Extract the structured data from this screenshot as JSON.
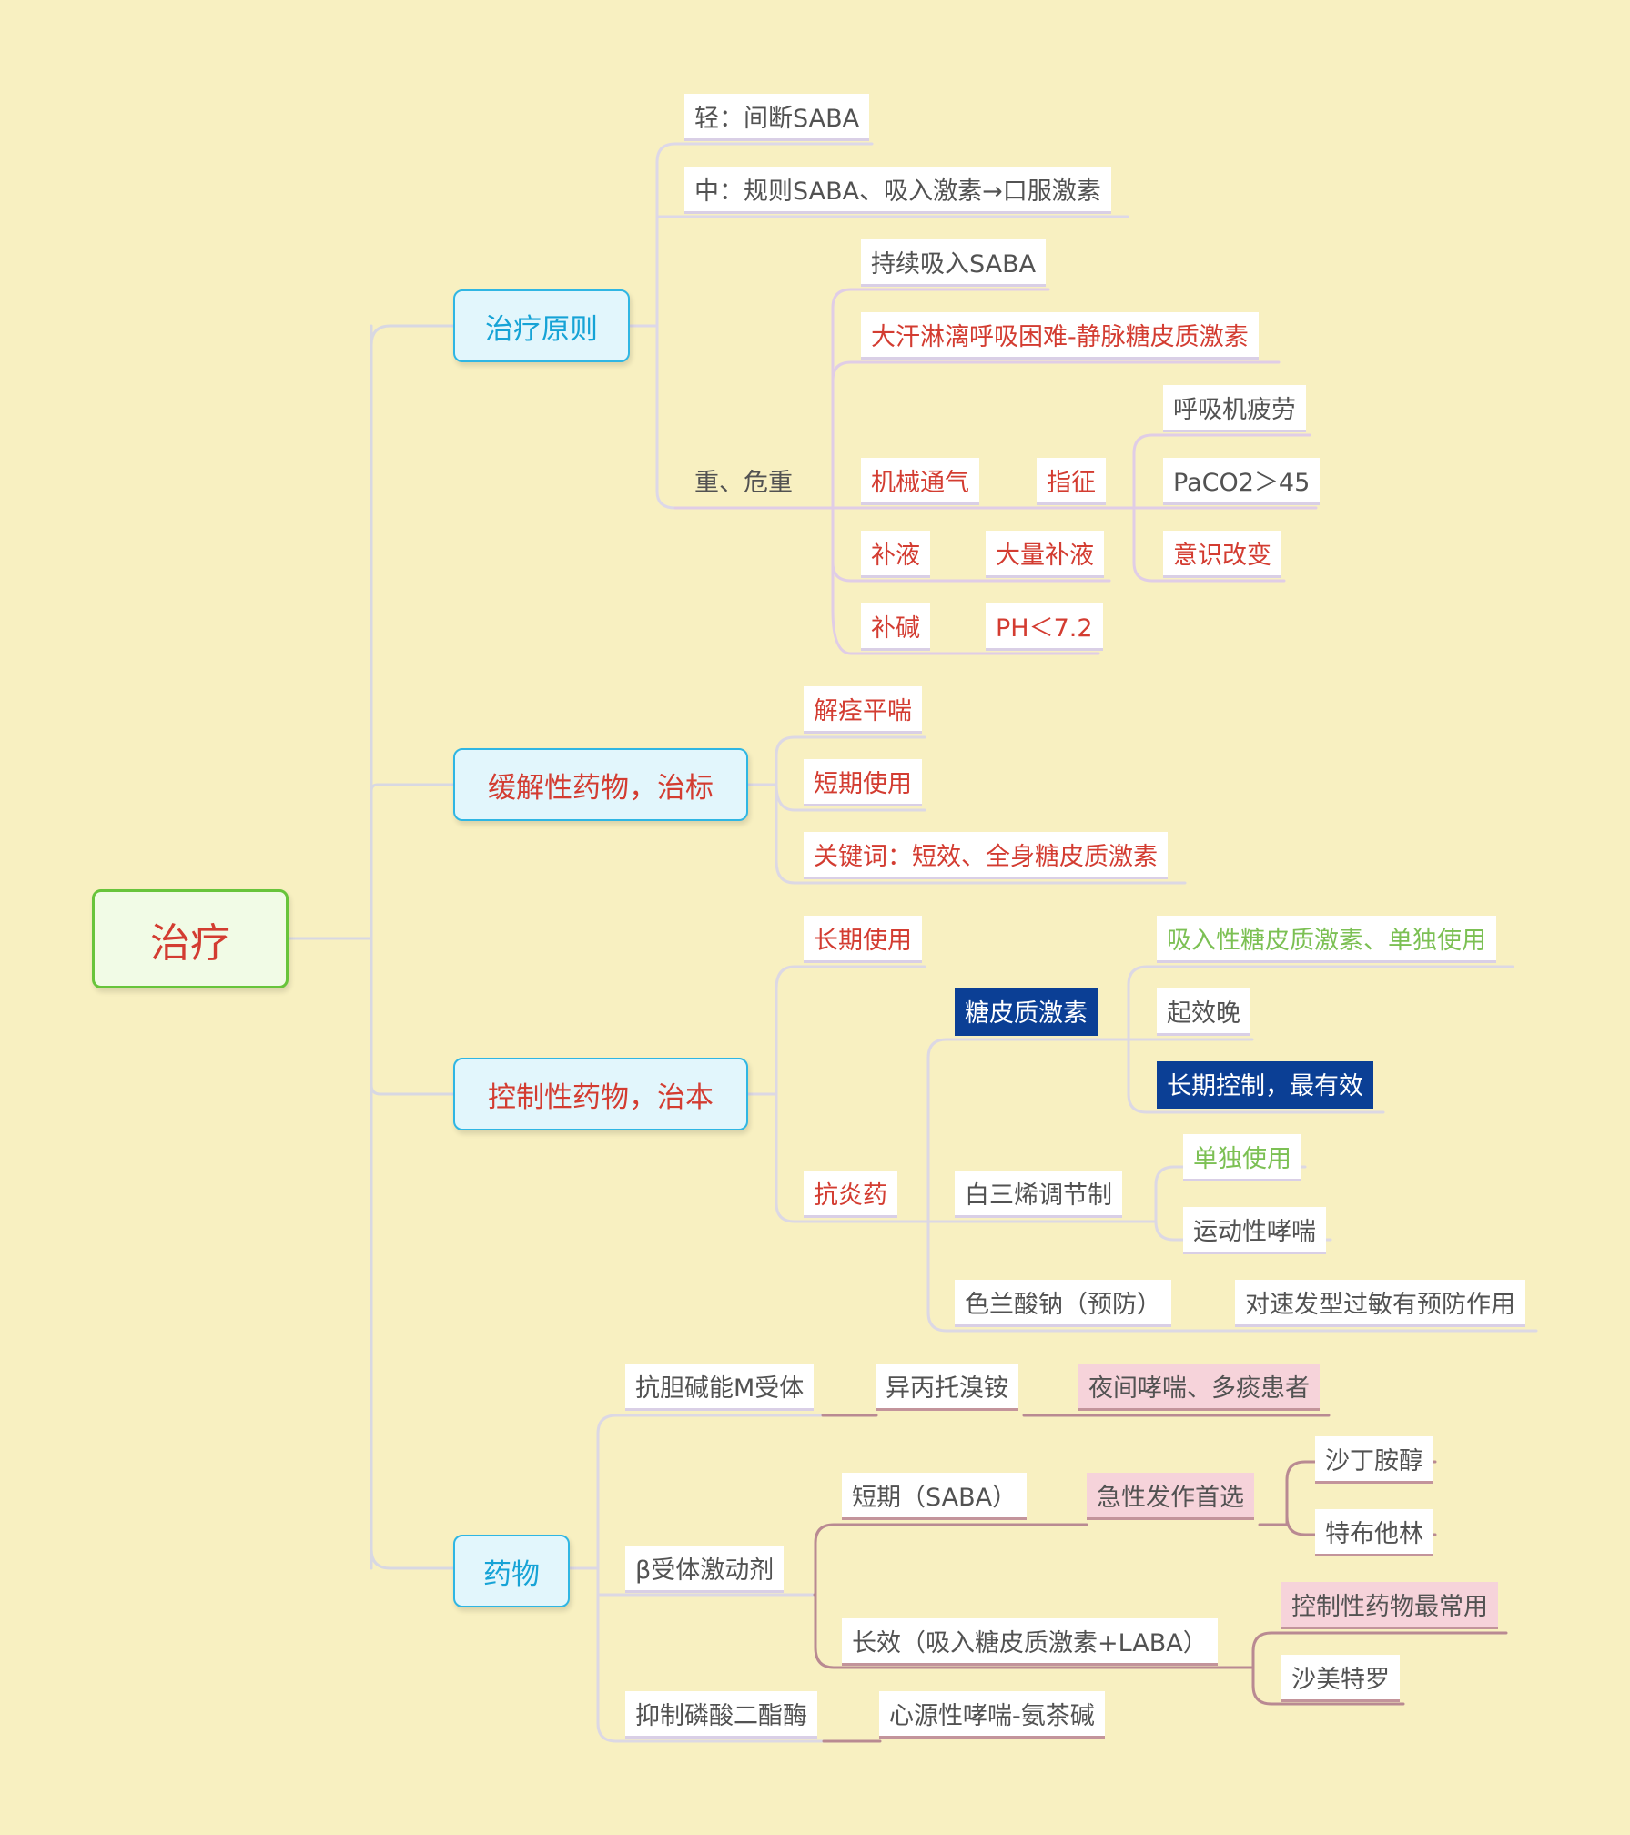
{
  "central": "治疗",
  "branches": {
    "principle": {
      "label": "治疗原则",
      "mild": "轻：间断SABA",
      "moderate": "中：规则SABA、吸入激素→口服激素",
      "severe": "重、危重",
      "sustain_saba": "持续吸入SABA",
      "iv_steroid": "大汗淋漓呼吸困难-静脉糖皮质激素",
      "ventilation": "机械通气",
      "indication": "指征",
      "fatigue": "呼吸机疲劳",
      "paco2": "PaCO2＞45",
      "consciousness": "意识改变",
      "fluid": "补液",
      "large_fluid": "大量补液",
      "alkali": "补碱",
      "ph": "PH＜7.2"
    },
    "reliever": {
      "label": "缓解性药物，治标",
      "spasm": "解痉平喘",
      "short_use": "短期使用",
      "keywords": "关键词：短效、全身糖皮质激素"
    },
    "controller": {
      "label": "控制性药物，治本",
      "long_use": "长期使用",
      "anti_inflammatory": "抗炎药",
      "glucocorticoid": "糖皮质激素",
      "inhaled_alone": "吸入性糖皮质激素、单独使用",
      "slow_onset": "起效晚",
      "most_effective": "长期控制，最有效",
      "leukotriene": "白三烯调节制",
      "alone": "单独使用",
      "exercise_asthma": "运动性哮喘",
      "cromolyn": "色兰酸钠（预防）",
      "immediate_allergy": "对速发型过敏有预防作用"
    },
    "drugs": {
      "label": "药物",
      "anticholinergic": "抗胆碱能M受体",
      "ipratropium": "异丙托溴铵",
      "night_asthma": "夜间哮喘、多痰患者",
      "beta_agonist": "β受体激动剂",
      "short_saba": "短期（SABA）",
      "acute_first": "急性发作首选",
      "salbutamol": "沙丁胺醇",
      "terbutaline": "特布他林",
      "long_laba": "长效（吸入糖皮质激素+LABA）",
      "controller_common": "控制性药物最常用",
      "salmeterol": "沙美特罗",
      "pde_inhibitor": "抑制磷酸二酯酶",
      "cardiac_asthma": "心源性哮喘-氨茶碱"
    }
  },
  "colors": {
    "background": "#f8f0c1",
    "line": "#d8d8e2",
    "line_violet": "#e0cde6",
    "line_rose": "#b98a92",
    "accent_red": "#d33c31",
    "accent_blue": "#16a3d6",
    "accent_green": "#7cc054",
    "navy": "#0b3f95",
    "pink": "#f6d3da"
  }
}
